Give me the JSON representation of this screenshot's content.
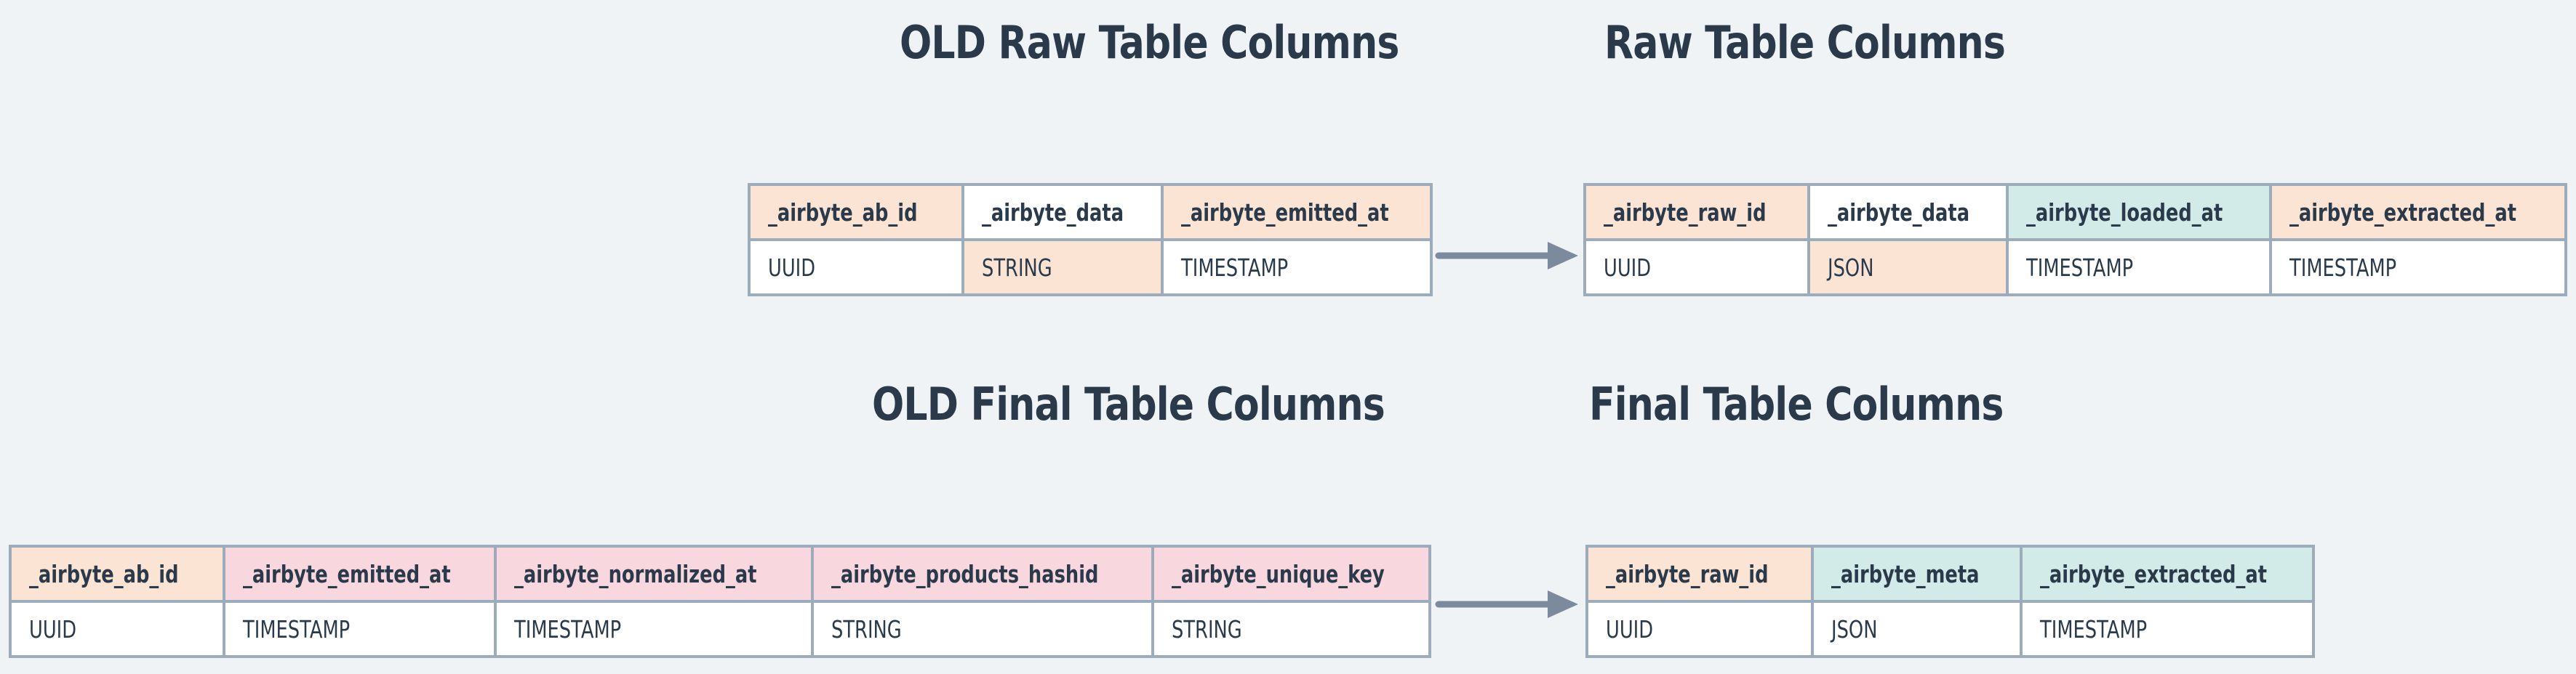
{
  "colors": {
    "background": "#eff3f6",
    "border": "#9dacba",
    "text": "#2b3a4a",
    "arrow": "#7b8b9d",
    "highlight_peach": "#fbe4d4",
    "highlight_pink": "#f8d8de",
    "highlight_teal": "#d3ebe8",
    "cell_white": "#ffffff"
  },
  "tables": [
    {
      "title": "OLD Raw Table Columns",
      "columns": [
        {
          "name": "_airbyte_ab_id",
          "header_bg": "#fbe4d4",
          "type": "UUID",
          "type_bg": "#ffffff"
        },
        {
          "name": "_airbyte_data",
          "header_bg": "#ffffff",
          "type": "STRING",
          "type_bg": "#fbe4d4"
        },
        {
          "name": "_airbyte_emitted_at",
          "header_bg": "#fbe4d4",
          "type": "TIMESTAMP",
          "type_bg": "#ffffff"
        }
      ]
    },
    {
      "title": "Raw Table Columns",
      "columns": [
        {
          "name": "_airbyte_raw_id",
          "header_bg": "#fbe4d4",
          "type": "UUID",
          "type_bg": "#ffffff"
        },
        {
          "name": "_airbyte_data",
          "header_bg": "#ffffff",
          "type": "JSON",
          "type_bg": "#fbe4d4"
        },
        {
          "name": "_airbyte_loaded_at",
          "header_bg": "#d3ebe8",
          "type": "TIMESTAMP",
          "type_bg": "#ffffff"
        },
        {
          "name": "_airbyte_extracted_at",
          "header_bg": "#fbe4d4",
          "type": "TIMESTAMP",
          "type_bg": "#ffffff"
        }
      ]
    },
    {
      "title": "OLD Final Table Columns",
      "columns": [
        {
          "name": "_airbyte_ab_id",
          "header_bg": "#fbe4d4",
          "type": "UUID",
          "type_bg": "#ffffff"
        },
        {
          "name": "_airbyte_emitted_at",
          "header_bg": "#f8d8de",
          "type": "TIMESTAMP",
          "type_bg": "#ffffff"
        },
        {
          "name": "_airbyte_normalized_at",
          "header_bg": "#f8d8de",
          "type": "TIMESTAMP",
          "type_bg": "#ffffff"
        },
        {
          "name": "_airbyte_products_hashid",
          "header_bg": "#f8d8de",
          "type": "STRING",
          "type_bg": "#ffffff"
        },
        {
          "name": "_airbyte_unique_key",
          "header_bg": "#f8d8de",
          "type": "STRING",
          "type_bg": "#ffffff"
        }
      ]
    },
    {
      "title": "Final Table Columns",
      "columns": [
        {
          "name": "_airbyte_raw_id",
          "header_bg": "#fbe4d4",
          "type": "UUID",
          "type_bg": "#ffffff"
        },
        {
          "name": "_airbyte_meta",
          "header_bg": "#d3ebe8",
          "type": "JSON",
          "type_bg": "#ffffff"
        },
        {
          "name": "_airbyte_extracted_at",
          "header_bg": "#d3ebe8",
          "type": "TIMESTAMP",
          "type_bg": "#ffffff"
        }
      ]
    }
  ]
}
